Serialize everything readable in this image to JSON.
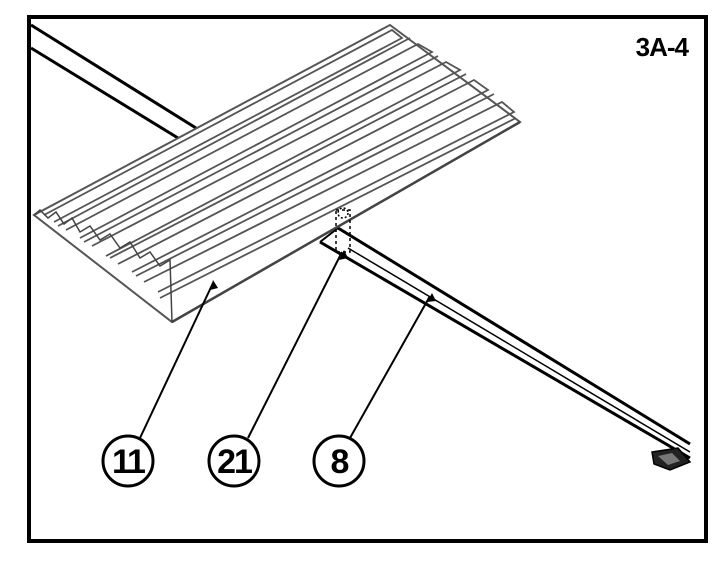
{
  "step_label": "3A-4",
  "callouts": [
    {
      "id": "callout-11",
      "label": "11"
    },
    {
      "id": "callout-21",
      "label": "21"
    },
    {
      "id": "callout-8",
      "label": "8"
    }
  ],
  "colors": {
    "line": "#000000",
    "panel_fill": "#ffffff",
    "panel_edge": "#555555"
  }
}
